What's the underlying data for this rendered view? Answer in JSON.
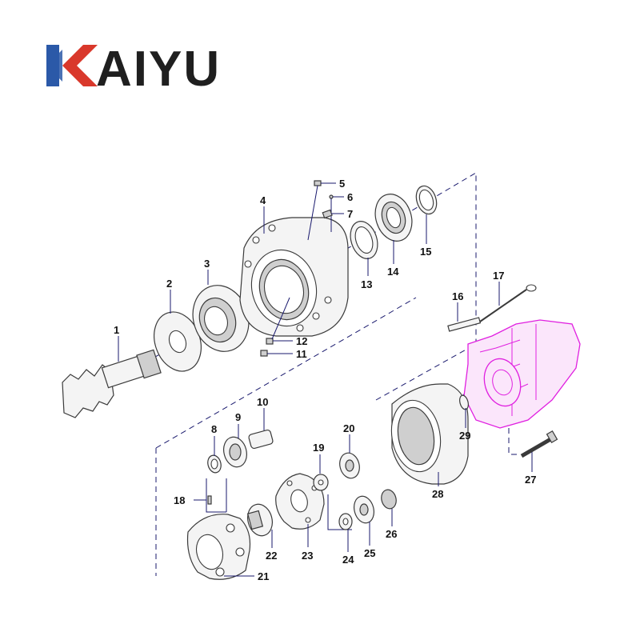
{
  "brand": {
    "name": "AIYU",
    "logo_letter": "K",
    "colors": {
      "blue": "#2b59a8",
      "red": "#d9382b",
      "text": "#1f1f1f"
    }
  },
  "diagram": {
    "callouts": [
      "1",
      "2",
      "3",
      "4",
      "5",
      "6",
      "7",
      "8",
      "9",
      "10",
      "11",
      "12",
      "13",
      "14",
      "15",
      "16",
      "17",
      "18",
      "19",
      "20",
      "21",
      "22",
      "23",
      "24",
      "25",
      "26",
      "27",
      "28",
      "29"
    ],
    "line_color": "#1a1a6e",
    "highlight_color": "#e020e0"
  }
}
